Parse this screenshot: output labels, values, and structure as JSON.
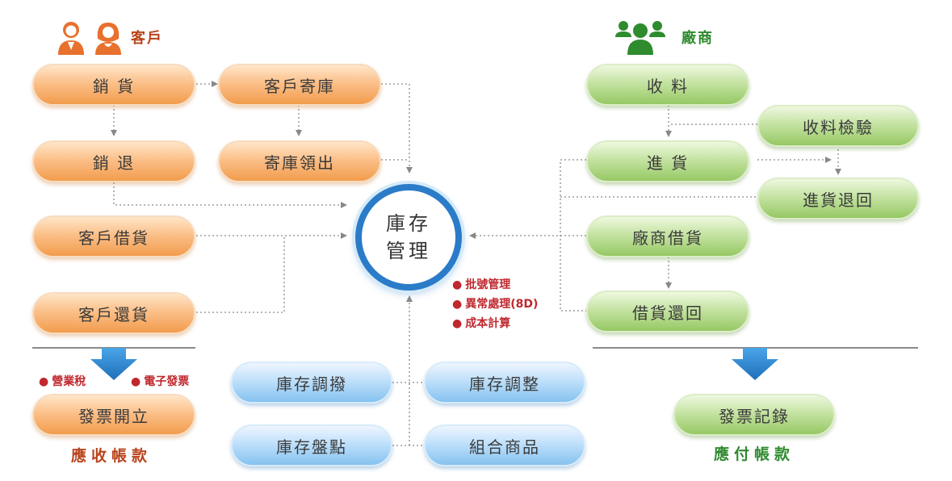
{
  "customer": {
    "header": "客戶",
    "boxes": {
      "sales": "銷 貨",
      "consign": "客戶寄庫",
      "returns": "銷 退",
      "consign_pickup": "寄庫領出",
      "borrow": "客戶借貨",
      "giveback": "客戶還貨",
      "invoice": "發票開立"
    },
    "notes": [
      "營業稅",
      "電子發票"
    ],
    "footer": "應收帳款"
  },
  "vendor": {
    "header": "廠商",
    "boxes": {
      "receive": "收 料",
      "inspect": "收料檢驗",
      "purchase": "進 貨",
      "purchase_return": "進貨退回",
      "borrow": "廠商借貨",
      "borrow_return": "借貨還回",
      "invoice_record": "發票記錄"
    },
    "footer": "應付帳款"
  },
  "center": {
    "line1": "庫存",
    "line2": "管理",
    "features": [
      "批號管理",
      "異常處理(8D)",
      "成本計算"
    ]
  },
  "inventory": {
    "transfer": "庫存調撥",
    "adjust": "庫存調整",
    "stocktake": "庫存盤點",
    "bundle": "組合商品"
  },
  "colors": {
    "orange": "#f29c4c",
    "green": "#96c864",
    "blue": "#85c2ef",
    "center_ring": "#2a7bc8",
    "customer_header": "#b9431b",
    "vendor_header": "#2e8b2e",
    "note_red": "#c0282e"
  },
  "icons": [
    "customer-male-icon",
    "customer-female-icon",
    "vendor-group-icon"
  ]
}
